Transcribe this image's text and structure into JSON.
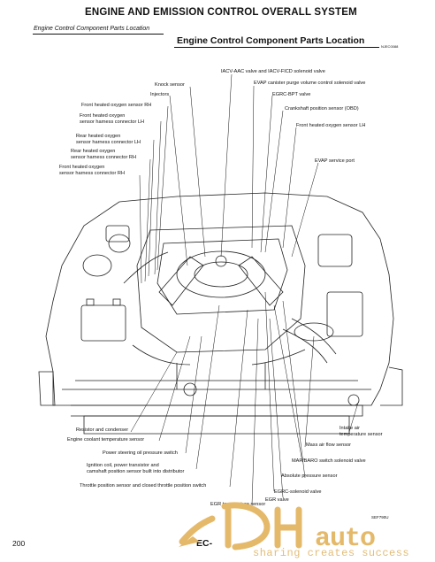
{
  "header": {
    "main_title": "ENGINE AND EMISSION CONTROL OVERALL SYSTEM",
    "sub_title": "Engine Control Component Parts Location"
  },
  "section": {
    "title": "Engine Control Component Parts Location",
    "ref_code": "NJEC0088"
  },
  "labels_left": [
    "Knock sensor",
    "Injectors",
    "Front heated oxygen sensor RH",
    "Front heated oxygen\nsensor harness connector LH",
    "Rear heated oxygen\nsensor harness connector LH",
    "Rear heated oxygen\nsensor harness connector RH",
    "Front heated oxygen\nsensor harness connector RH"
  ],
  "labels_right": [
    "IACV-AAC valve and IACV-FICD solenoid valve",
    "EVAP canister purge volume control solenoid valve",
    "EGRC-BPT valve",
    "Crankshaft position sensor (OBD)",
    "Front heated oxygen sensor LH",
    "EVAP service port"
  ],
  "labels_bottom_left": [
    "Resistor and condenser",
    "Engine coolant temperature sensor",
    "Power steering oil pressure switch",
    "Ignition coil, power transistor and\ncamshaft position sensor built into distributor",
    "Throttle position sensor and closed throttle position switch",
    "EGR temperature sensor"
  ],
  "labels_bottom_right": [
    "Intake air\ntemperature sensor",
    "Mass air flow sensor",
    "MAP/BARO switch solenoid valve",
    "Absolute pressure sensor",
    "EGRC-solenoid valve",
    "EGR valve"
  ],
  "footer": {
    "page_number": "200",
    "ec_code": "EC-",
    "figure_code": "SEF790U"
  },
  "watermark": {
    "logo": "DHT",
    "auto": "auto",
    "tagline": "sharing creates success",
    "color": "#e5b96a"
  }
}
